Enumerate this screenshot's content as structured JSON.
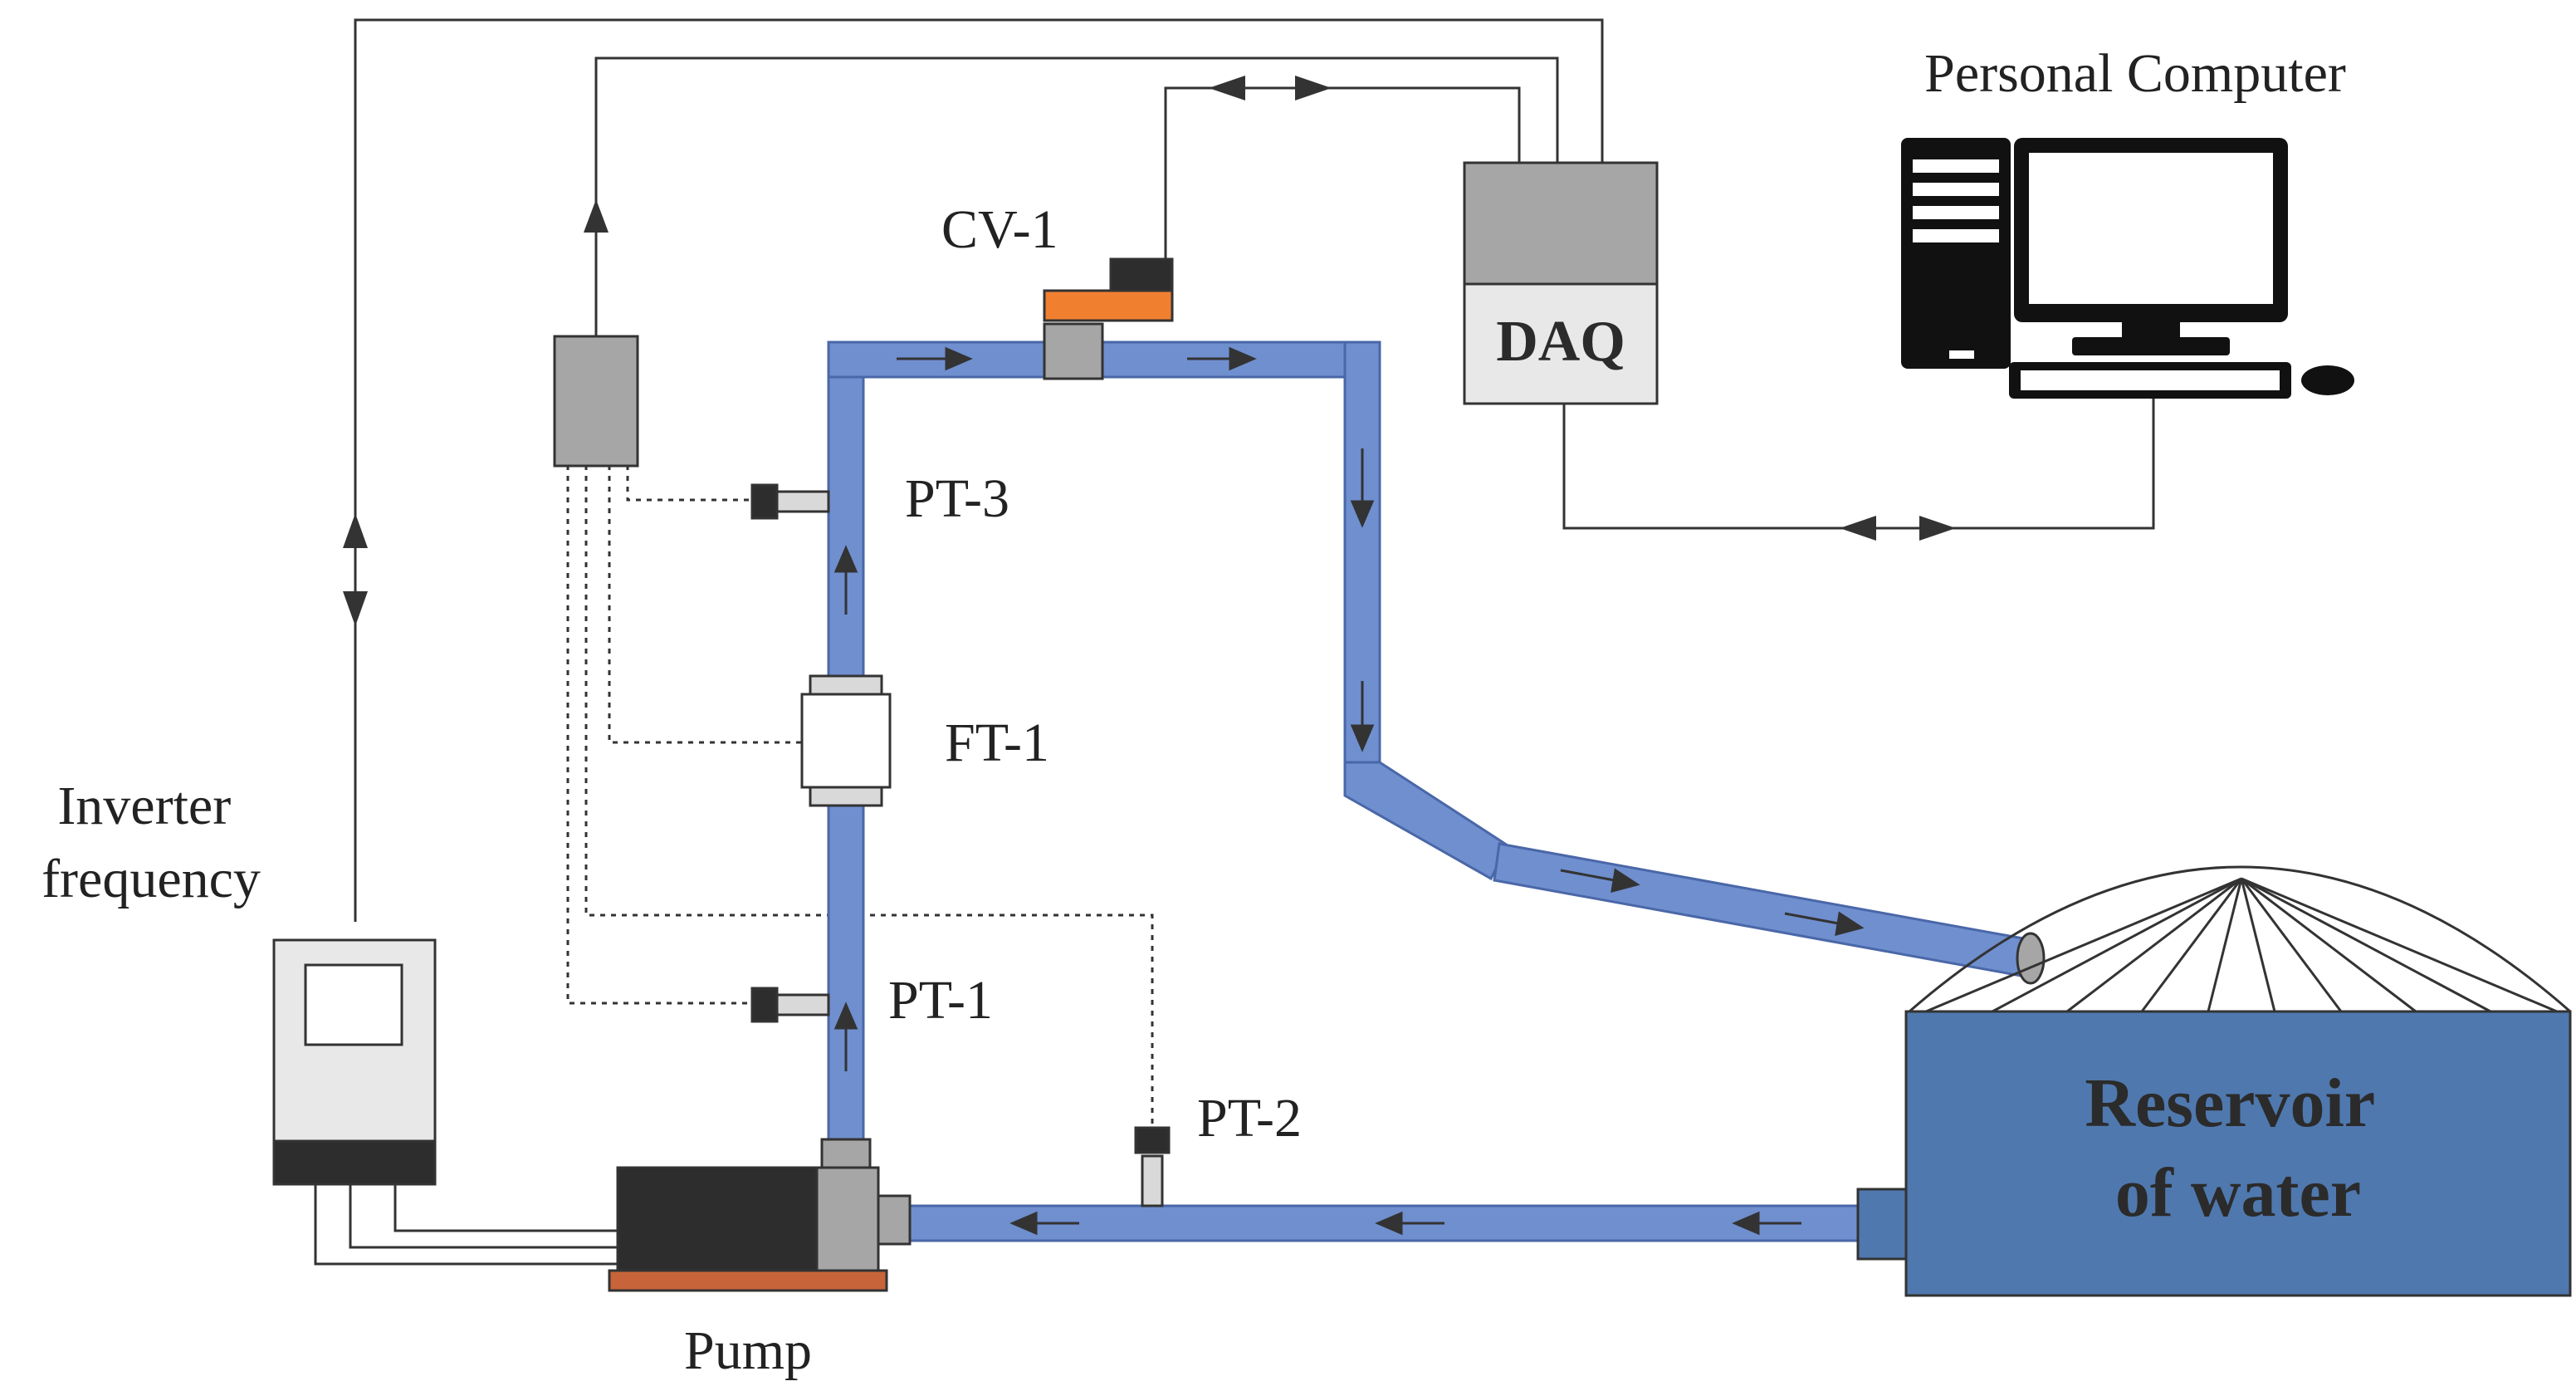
{
  "labels": {
    "personal_computer": "Personal Computer",
    "daq": "DAQ",
    "cv1": "CV-1",
    "pt3": "PT-3",
    "ft1": "FT-1",
    "pt1": "PT-1",
    "pt2": "PT-2",
    "inverter_line1": "Inverter",
    "inverter_line2": "frequency",
    "pump": "Pump",
    "reservoir_line1": "Reservoir",
    "reservoir_line2": "of water"
  },
  "colors": {
    "pipe_fill": "#6f8fcf",
    "pipe_stroke": "#4a67a8",
    "reservoir": "#4f78ae",
    "valve_actuator": "#f08030",
    "pump_base": "#c8643a",
    "device_gray": "#a6a6a6",
    "dark": "#2d2d2d",
    "line": "#333333"
  }
}
